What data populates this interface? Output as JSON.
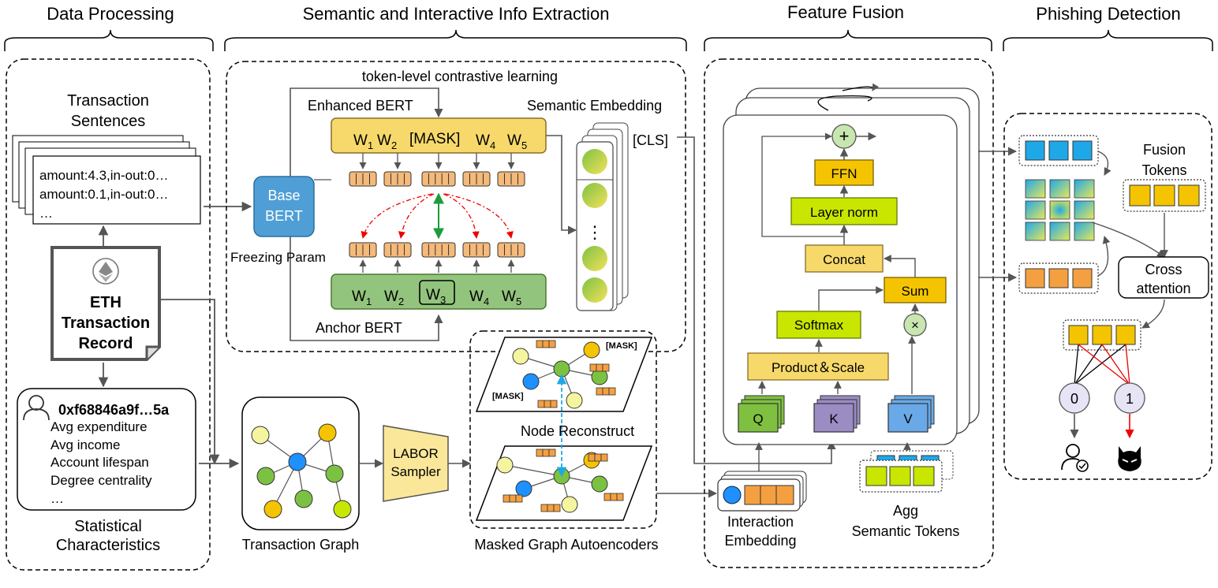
{
  "sections": {
    "data_processing": "Data Processing",
    "semantic": "Semantic and Interactive Info Extraction",
    "fusion": "Feature Fusion",
    "phishing": "Phishing Detection"
  },
  "data_processing": {
    "tx_sentences_line1": "Transaction",
    "tx_sentences_line2": "Sentences",
    "sentence1": "amount:4.3,in-out:0…",
    "sentence2": "amount:0.1,in-out:0…",
    "sentence3": "…",
    "record_line1": "ETH",
    "record_line2": "Transaction",
    "record_line3": "Record",
    "address": "0xf68846a9f…5a",
    "stats": [
      "Avg expenditure",
      "Avg income",
      "Account lifespan",
      "Degree centrality",
      "…"
    ],
    "stat_line1": "Statistical",
    "stat_line2": "Characteristics"
  },
  "semantic": {
    "contrastive": "token-level contrastive learning",
    "enhanced_bert": "Enhanced BERT",
    "semantic_embedding": "Semantic Embedding",
    "base_bert_line1": "Base",
    "base_bert_line2": "BERT",
    "freezing": "Freezing Param",
    "anchor_bert": "Anchor BERT",
    "cls": "[CLS]",
    "dots": "⋮",
    "enhanced_tokens": [
      {
        "base": "W",
        "sub": "1"
      },
      {
        "base": "W",
        "sub": "2"
      },
      {
        "base": "[MASK]",
        "sub": ""
      },
      {
        "base": "W",
        "sub": "4"
      },
      {
        "base": "W",
        "sub": "5"
      }
    ],
    "anchor_tokens": [
      {
        "base": "W",
        "sub": "1"
      },
      {
        "base": "W",
        "sub": "2"
      },
      {
        "base": "W",
        "sub": "3"
      },
      {
        "base": "W",
        "sub": "4"
      },
      {
        "base": "W",
        "sub": "5"
      }
    ]
  },
  "graph": {
    "transaction_graph": "Transaction Graph",
    "labor_line1": "LABOR",
    "labor_line2": "Sampler",
    "mask1": "[MASK]",
    "mask2": "[MASK]",
    "node_reconstruct": "Node Reconstruct",
    "mgae": "Masked Graph Autoencoders"
  },
  "fusion": {
    "ffn": "FFN",
    "layer_norm": "Layer norm",
    "concat": "Concat",
    "sum": "Sum",
    "softmax": "Softmax",
    "product_scale": "Product＆Scale",
    "q": "Q",
    "k": "K",
    "v": "V",
    "plus": "+",
    "times": "×",
    "interaction_line1": "Interaction",
    "interaction_line2": "Embedding",
    "agg_line1": "Agg",
    "agg_line2": "Semantic Tokens"
  },
  "phishing": {
    "fusion_tokens_line1": "Fusion",
    "fusion_tokens_line2": "Tokens",
    "cross_line1": "Cross",
    "cross_line2": "attention",
    "label0": "0",
    "label1": "1"
  },
  "colors": {
    "yellow": "#f7d96b",
    "orange_token": "#f5b97a",
    "green_bert": "#93c47d",
    "blue_bert": "#4f9fd6",
    "lime": "#c8e600",
    "cyan": "#1fa8e8",
    "gold": "#f5c400",
    "orange": "#f5a040",
    "q_green": "#7fc041",
    "k_purple": "#9b8cc4",
    "v_blue": "#6aa9e8",
    "node_blue": "#1e90ff",
    "node_green": "#7cc242",
    "node_yellow": "#f5f5a0",
    "node_gold": "#f5c400"
  }
}
